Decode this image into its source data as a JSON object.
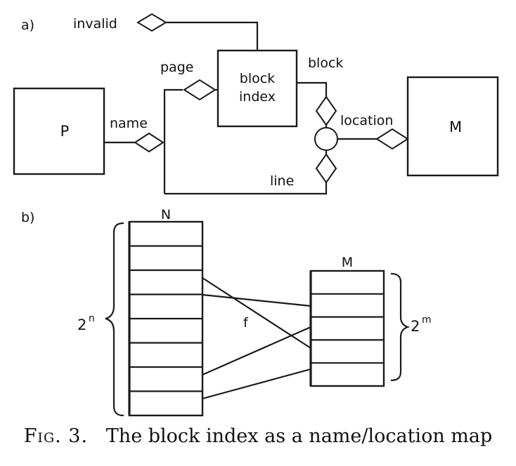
{
  "panel_a": {
    "tag": "a)",
    "entity_p": "P",
    "entity_m": "M",
    "block_index_line1": "block",
    "block_index_line2": "index",
    "rel_invalid": "invalid",
    "rel_page": "page",
    "rel_block": "block",
    "rel_name": "name",
    "rel_location": "location",
    "rel_line": "line"
  },
  "panel_b": {
    "tag": "b)",
    "table_n_label": "N",
    "table_m_label": "M",
    "left_size_base": "2",
    "left_size_exp": "n",
    "right_size_base": "2",
    "right_size_exp": "m",
    "function_label": "f",
    "table_n_rows": 8,
    "table_m_rows": 5
  },
  "caption": {
    "fig_label": "Fig. 3.",
    "text": "The block index as a name/location map"
  }
}
